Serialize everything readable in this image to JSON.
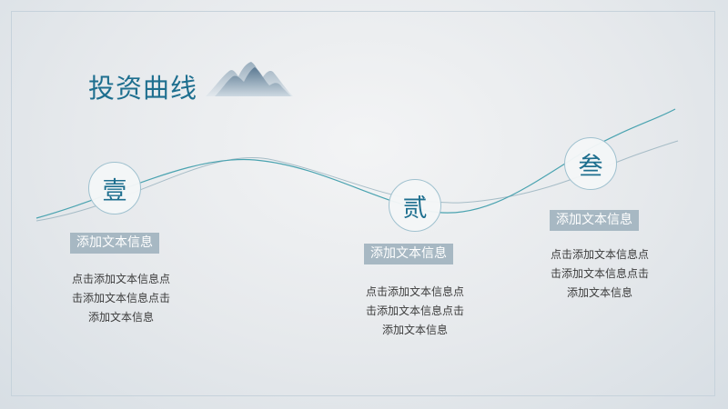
{
  "slide": {
    "title": "投资曲线",
    "colors": {
      "accent": "#1e6f8f",
      "tag_bg": "#a7b8c3",
      "curve": "#4aa3b0",
      "curve_light": "#9fb7c2"
    },
    "milestones": [
      {
        "numeral": "壹",
        "tag": "添加文本信息",
        "desc": "点击添加文本信息点\n击添加文本信息点击\n添加文本信息"
      },
      {
        "numeral": "贰",
        "tag": "添加文本信息",
        "desc": "点击添加文本信息点\n击添加文本信息点击\n添加文本信息"
      },
      {
        "numeral": "叁",
        "tag": "添加文本信息",
        "desc": "点击添加文本信息点\n击添加文本信息点击\n添加文本信息"
      }
    ]
  }
}
